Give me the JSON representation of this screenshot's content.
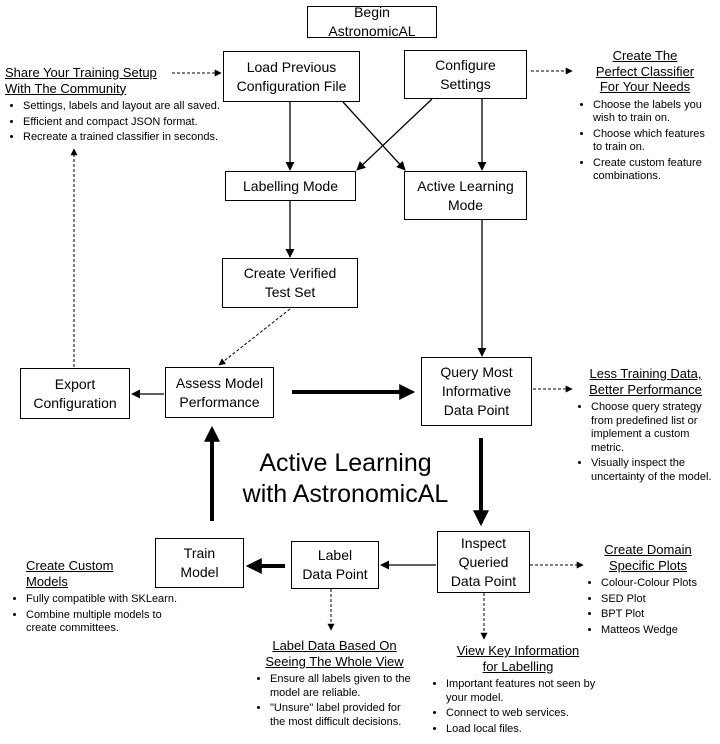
{
  "boxes": {
    "begin": "Begin AstronomicAL",
    "load_config": "Load Previous\nConfiguration File",
    "configure": "Configure\nSettings",
    "labelling_mode": "Labelling Mode",
    "active_learning_mode": "Active Learning\nMode",
    "verified_test_set": "Create Verified\nTest Set",
    "export_config": "Export\nConfiguration",
    "assess_model": "Assess Model\nPerformance",
    "query_point": "Query Most\nInformative\nData Point",
    "train_model": "Train\nModel",
    "label_point": "Label\nData Point",
    "inspect_point": "Inspect\nQueried\nData Point"
  },
  "center_title": "Active Learning\nwith AstronomicAL",
  "notes": {
    "share": {
      "title": "Share Your Training Setup\nWith The Community",
      "items": [
        "Settings, labels and layout are all saved.",
        "Efficient and compact JSON format.",
        "Recreate a trained classifier in seconds."
      ]
    },
    "classifier": {
      "title": "Create The\nPerfect Classifier\nFor Your Needs",
      "items": [
        "Choose the labels you\nwish to train on.",
        "Choose which features\nto train on.",
        "Create custom feature\ncombinations."
      ]
    },
    "less_data": {
      "title": "Less Training Data,\nBetter Performance",
      "items": [
        "Choose query strategy\nfrom predefined list or\nimplement a custom\nmetric.",
        "Visually inspect the\nuncertainty of the model."
      ]
    },
    "domain_plots": {
      "title": "Create Domain\nSpecific Plots",
      "items": [
        "Colour-Colour Plots",
        "SED Plot",
        "BPT Plot",
        "Matteos Wedge"
      ]
    },
    "custom_models": {
      "title": "Create Custom\nModels",
      "items": [
        "Fully compatible with SKLearn.",
        "Combine multiple models to\ncreate committees."
      ]
    },
    "label_whole_view": {
      "title": "Label Data Based On\nSeeing The Whole View",
      "items": [
        "Ensure all labels given to the\nmodel are reliable.",
        "\"Unsure\" label provided for\nthe most difficult decisions."
      ]
    },
    "key_info": {
      "title": "View Key Information\nfor Labelling",
      "items": [
        "Important features not seen by\nyour model.",
        "Connect to web services.",
        "Load local files."
      ]
    }
  },
  "colors": {
    "line": "#000000",
    "background": "#ffffff"
  }
}
